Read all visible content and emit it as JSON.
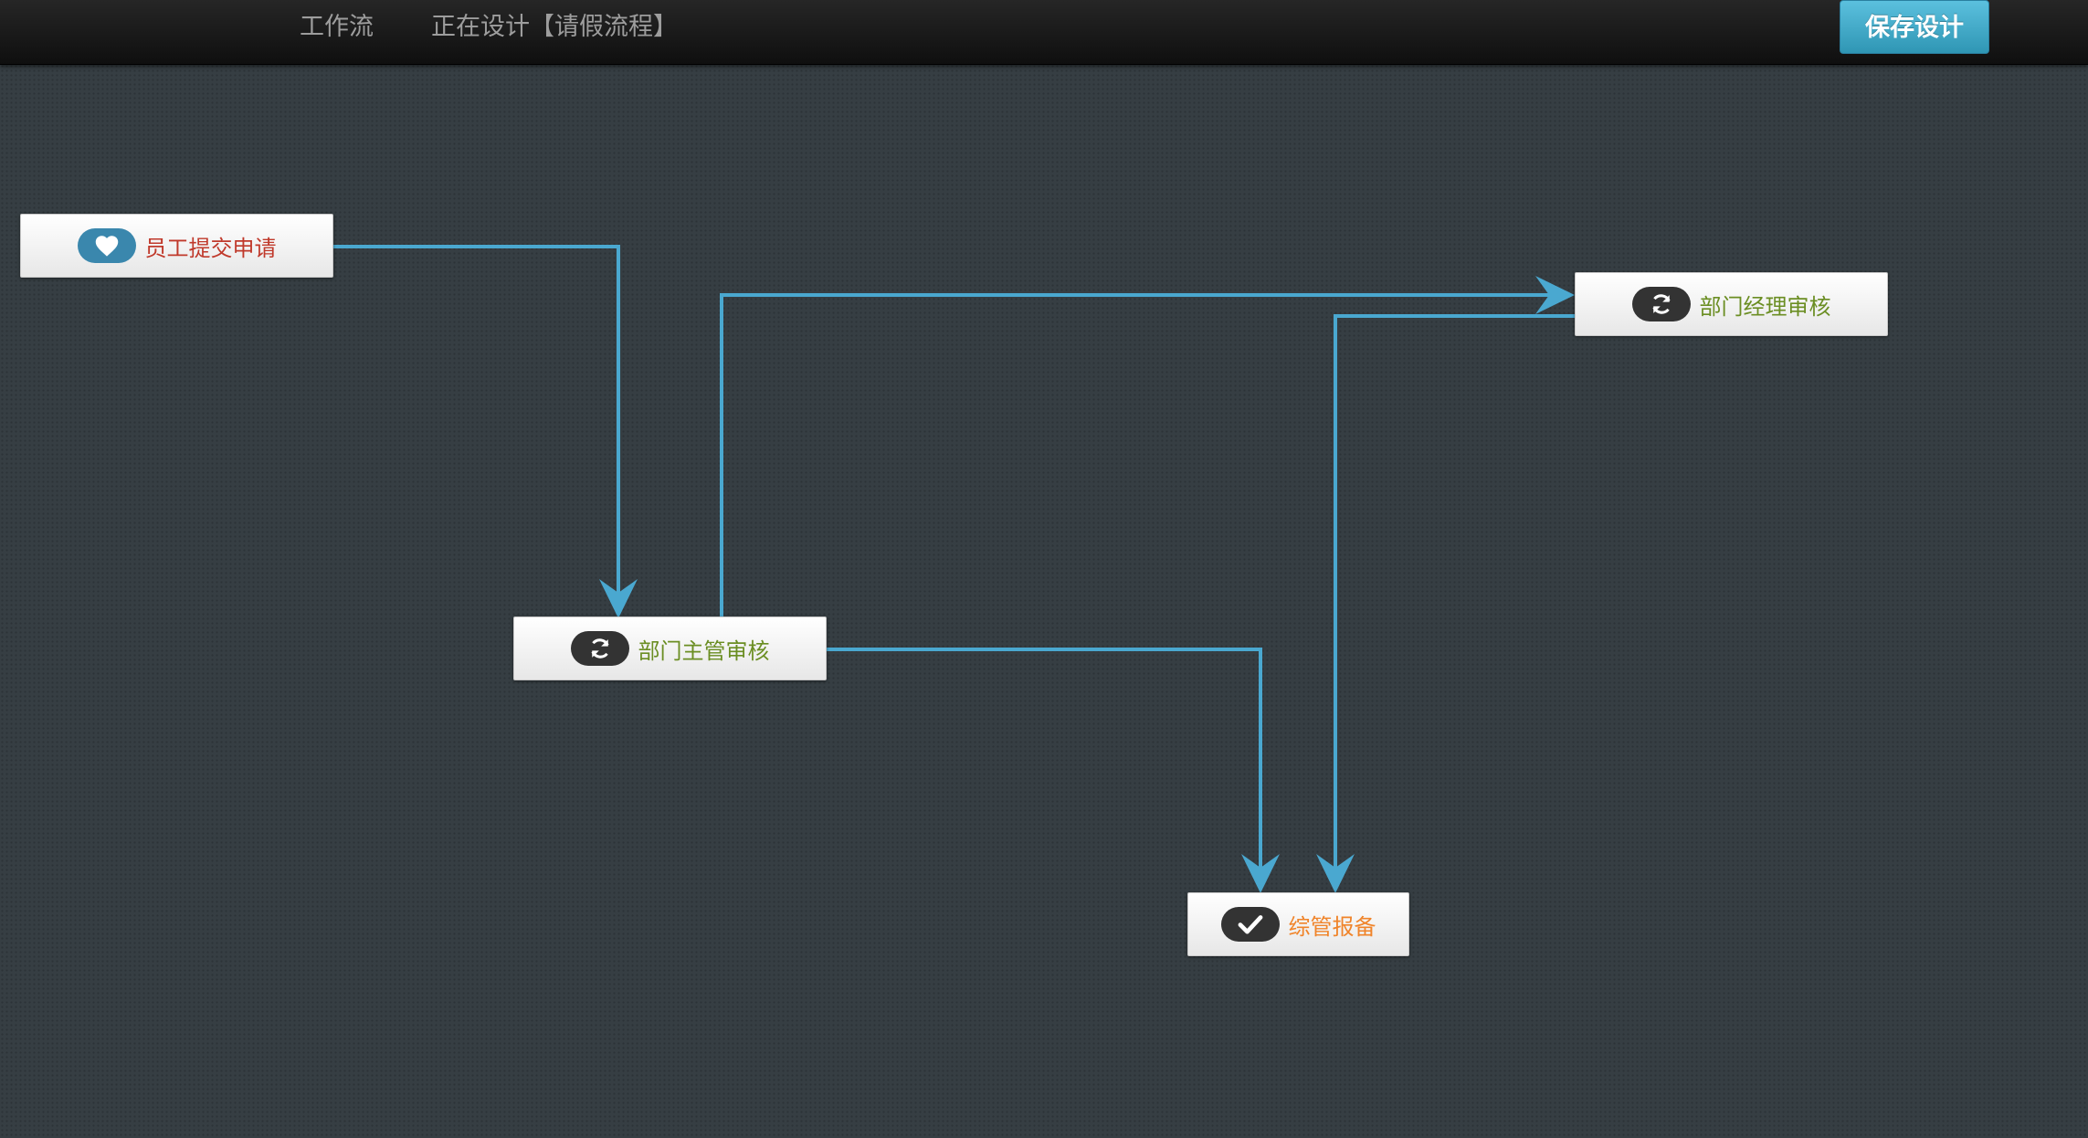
{
  "header": {
    "brand": "工作流",
    "title": "正在设计【请假流程】",
    "save_label": "保存设计"
  },
  "nodes": [
    {
      "label": "员工提交申请",
      "icon": "heart-icon",
      "label_color": "#c0392b",
      "pill_color": "#3a87ad"
    },
    {
      "label": "部门主管审核",
      "icon": "refresh-icon",
      "label_color": "#6b8e23",
      "pill_color": "#333333"
    },
    {
      "label": "部门经理审核",
      "icon": "refresh-icon",
      "label_color": "#6b8e23",
      "pill_color": "#333333"
    },
    {
      "label": "综管报备",
      "icon": "check-icon",
      "label_color": "#f0842a",
      "pill_color": "#333333"
    }
  ],
  "colors": {
    "connector": "#4aa8d0",
    "background": "#363e43"
  }
}
